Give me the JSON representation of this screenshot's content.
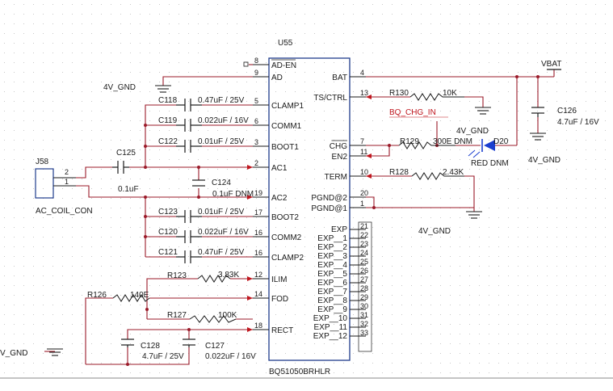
{
  "colors": {
    "wire": "#9b1b2a",
    "chip": "#1f3c8c",
    "line": "#1a1a1a",
    "net_label": "#c0161e",
    "led": "#1a3ecf",
    "border": "#888888"
  },
  "chip": {
    "ref": "U55",
    "part": "BQ51050BRHLR",
    "left_pins": [
      {
        "num": "8",
        "name": "AD-EN",
        "overbar": true
      },
      {
        "num": "9",
        "name": "AD",
        "overbar": false
      },
      {
        "num": "5",
        "name": "CLAMP1",
        "overbar": false
      },
      {
        "num": "6",
        "name": "COMM1",
        "overbar": false
      },
      {
        "num": "3",
        "name": "BOOT1",
        "overbar": false
      },
      {
        "num": "2",
        "name": "AC1",
        "overbar": false
      },
      {
        "num": "19",
        "name": "AC2",
        "overbar": false
      },
      {
        "num": "17",
        "name": "BOOT2",
        "overbar": false
      },
      {
        "num": "16",
        "name": "COMM2",
        "overbar": false
      },
      {
        "num": "16",
        "name": "CLAMP2",
        "overbar": false
      },
      {
        "num": "12",
        "name": "ILIM",
        "overbar": false
      },
      {
        "num": "14",
        "name": "FOD",
        "overbar": false
      },
      {
        "num": "18",
        "name": "RECT",
        "overbar": false
      }
    ],
    "right_pins": [
      {
        "num": "4",
        "name": "BAT",
        "overbar": false
      },
      {
        "num": "13",
        "name": "TS/CTRL",
        "overbar": false
      },
      {
        "num": "7",
        "name": "CHG",
        "overbar": true
      },
      {
        "num": "11",
        "name": "EN2",
        "overbar": false
      },
      {
        "num": "10",
        "name": "TERM",
        "overbar": false
      },
      {
        "num": "20",
        "name": "PGND@2",
        "overbar": false
      },
      {
        "num": "1",
        "name": "PGND@1",
        "overbar": false
      }
    ],
    "exp_pins": [
      {
        "num": "21",
        "name": "EXP"
      },
      {
        "num": "22",
        "name": "EXP__1"
      },
      {
        "num": "23",
        "name": "EXP__2"
      },
      {
        "num": "24",
        "name": "EXP__3"
      },
      {
        "num": "25",
        "name": "EXP__4"
      },
      {
        "num": "26",
        "name": "EXP__5"
      },
      {
        "num": "27",
        "name": "EXP__6"
      },
      {
        "num": "28",
        "name": "EXP__7"
      },
      {
        "num": "29",
        "name": "EXP__8"
      },
      {
        "num": "30",
        "name": "EXP__9"
      },
      {
        "num": "31",
        "name": "EXP__10"
      },
      {
        "num": "32",
        "name": "EXP__11"
      },
      {
        "num": "33",
        "name": "EXP__12"
      }
    ]
  },
  "caps_left": [
    {
      "ref": "C118",
      "value": "0.47uF / 25V"
    },
    {
      "ref": "C119",
      "value": "0.022uF / 16V"
    },
    {
      "ref": "C122",
      "value": "0.01uF / 25V"
    },
    {
      "ref": "C123",
      "value": "0.01uF / 25V"
    },
    {
      "ref": "C120",
      "value": "0.022uF / 16V"
    },
    {
      "ref": "C121",
      "value": "0.47uF / 25V"
    }
  ],
  "c125": {
    "ref": "C125",
    "value": "0.1uF"
  },
  "c124": {
    "ref": "C124",
    "value": "0.1uF DNM"
  },
  "connector": {
    "ref": "J58",
    "name": "AC_COIL_CON",
    "pin1": "1",
    "pin2": "2"
  },
  "r123": {
    "ref": "R123",
    "value": "3.83K"
  },
  "r126": {
    "ref": "R126",
    "value": "140E"
  },
  "r127": {
    "ref": "R127",
    "value": "100K"
  },
  "c128": {
    "ref": "C128",
    "value": "4.7uF / 25V"
  },
  "c127": {
    "ref": "C127",
    "value": "0.022uF / 16V"
  },
  "r130": {
    "ref": "R130",
    "value": "10K"
  },
  "r129": {
    "ref": "R129",
    "value": "300E DNM"
  },
  "r128": {
    "ref": "R128",
    "value": "2.43K"
  },
  "d20": {
    "ref": "D20",
    "value": "RED DNM"
  },
  "c126": {
    "ref": "C126",
    "value": "4.7uF / 16V"
  },
  "nets": {
    "vbat": "VBAT",
    "gnd": "4V_GND",
    "gnd_cut": "V_GND",
    "bq_chg_in": "BQ_CHG_IN"
  }
}
